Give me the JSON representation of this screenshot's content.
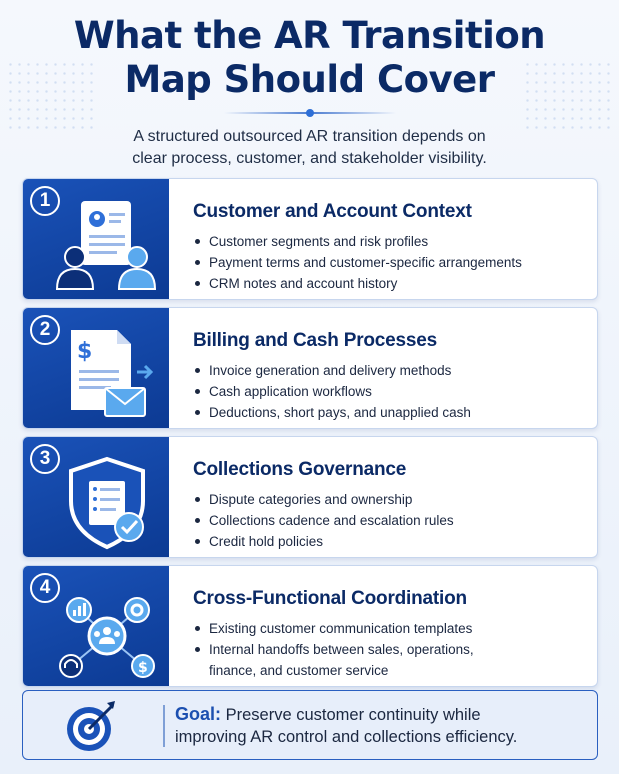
{
  "header": {
    "title_line1": "What the AR Transition",
    "title_line2": "Map Should Cover",
    "subtitle_line1": "A structured outsourced AR transition depends on",
    "subtitle_line2": "clear process, customer, and stakeholder visibility."
  },
  "colors": {
    "primary_navy": "#0b2a66",
    "panel_blue": "#1a52b8",
    "accent_light_blue": "#5aa9ee"
  },
  "sections": [
    {
      "number": "1",
      "icon": "customer-profile-document-icon",
      "title": "Customer and Account Context",
      "bullets": [
        "Customer segments and risk profiles",
        "Payment terms and customer-specific arrangements",
        "CRM notes and account history"
      ]
    },
    {
      "number": "2",
      "icon": "invoice-envelope-icon",
      "title": "Billing and Cash Processes",
      "bullets": [
        "Invoice generation and delivery methods",
        "Cash application workflows",
        "Deductions, short pays, and unapplied cash"
      ]
    },
    {
      "number": "3",
      "icon": "shield-checklist-icon",
      "title": "Collections Governance",
      "bullets": [
        "Dispute categories and ownership",
        "Collections cadence and escalation rules",
        "Credit hold policies"
      ]
    },
    {
      "number": "4",
      "icon": "team-network-icon",
      "title": "Cross-Functional Coordination",
      "bullets": [
        "Existing customer communication templates",
        "Internal handoffs between sales, operations,",
        "finance, and customer service"
      ]
    }
  ],
  "goal": {
    "label": "Goal:",
    "text_line1": "Preserve customer continuity while",
    "text_line2": "improving AR control and collections efficiency."
  }
}
